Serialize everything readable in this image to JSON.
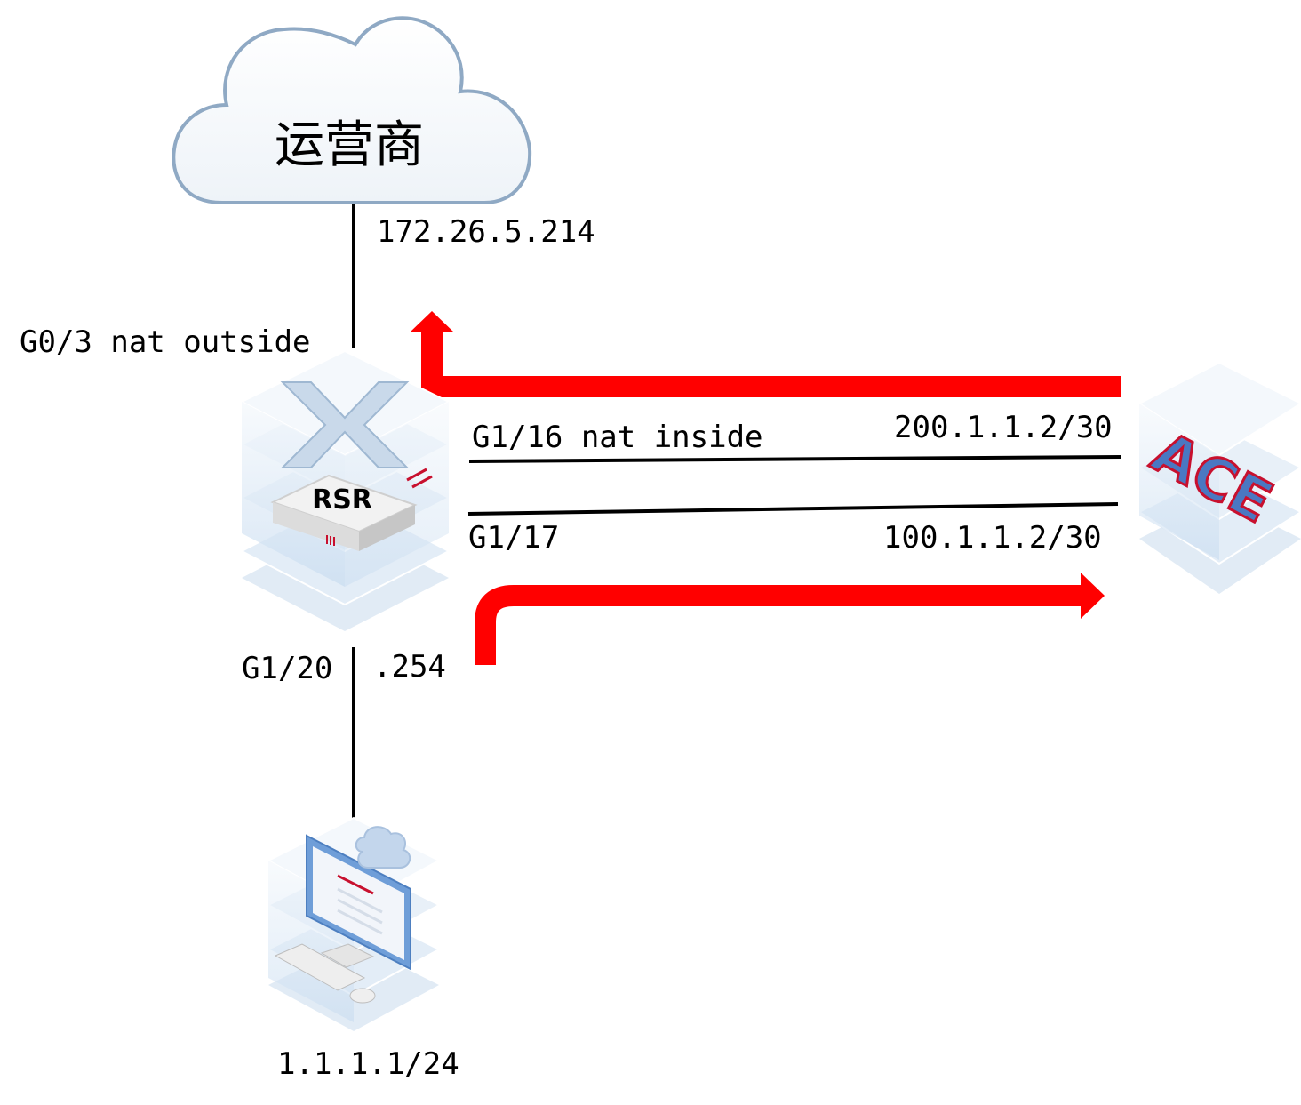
{
  "cloud": {
    "label": "运营商"
  },
  "router": {
    "label": "RSR"
  },
  "server": {
    "label": "ACE",
    "icon": "ace-server-icon"
  },
  "pc": {
    "icon": "desktop-computer-icon"
  },
  "labels": {
    "isp_ip": "172.26.5.214",
    "wan_port": "G0/3 nat outside",
    "inside_port": "G1/16 nat inside",
    "inside_ip": "200.1.1.2/30",
    "g17_port": "G1/17",
    "g17_ip": "100.1.1.2/30",
    "lan_port": "G1/20",
    "lan_gw": ".254",
    "pc_ip": "1.1.1.1/24"
  },
  "colors": {
    "arrow": "#ff0000",
    "cloud_stroke": "#8fa9c4",
    "platform": "#d6e6f5",
    "link": "#000000"
  }
}
